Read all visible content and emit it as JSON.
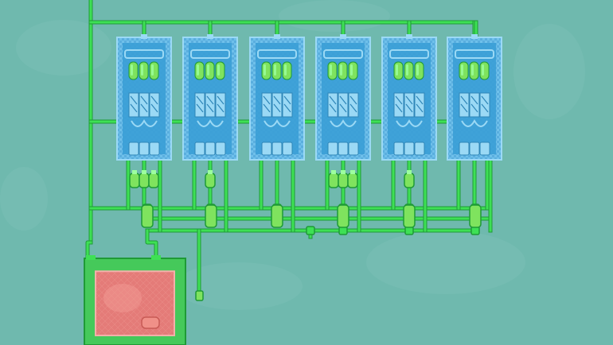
{
  "scene": {
    "view": "plumbing-overlay",
    "colors": {
      "background": "#6fb9ae",
      "background_light": "#82c4bb",
      "pipe": "#3ee055",
      "pipe_highlight": "#9cff9f",
      "pipe_dark": "#1f9a36",
      "machine_frame": "#64b7e4",
      "machine_inner": "#3a9fd6",
      "machine_light": "#9bd9f5",
      "tank_green": "#7fe35e",
      "reservoir_frame": "#45c95a",
      "reservoir_fill": "#e47b78",
      "reservoir_fill_light": "#f19a94"
    },
    "machines": [
      {
        "id": "machine-1"
      },
      {
        "id": "machine-2"
      },
      {
        "id": "machine-3"
      },
      {
        "id": "machine-4"
      },
      {
        "id": "machine-5"
      },
      {
        "id": "machine-6"
      }
    ],
    "valve_clusters": [
      {
        "under": 1,
        "count": 3
      },
      {
        "under": 2,
        "count": 1
      },
      {
        "under": 3,
        "count": 0
      },
      {
        "under": 4,
        "count": 3
      },
      {
        "under": 5,
        "count": 1
      },
      {
        "under": 6,
        "count": 0
      }
    ],
    "reservoir": {
      "id": "liquid-reservoir",
      "contents_level": 0.95
    }
  }
}
